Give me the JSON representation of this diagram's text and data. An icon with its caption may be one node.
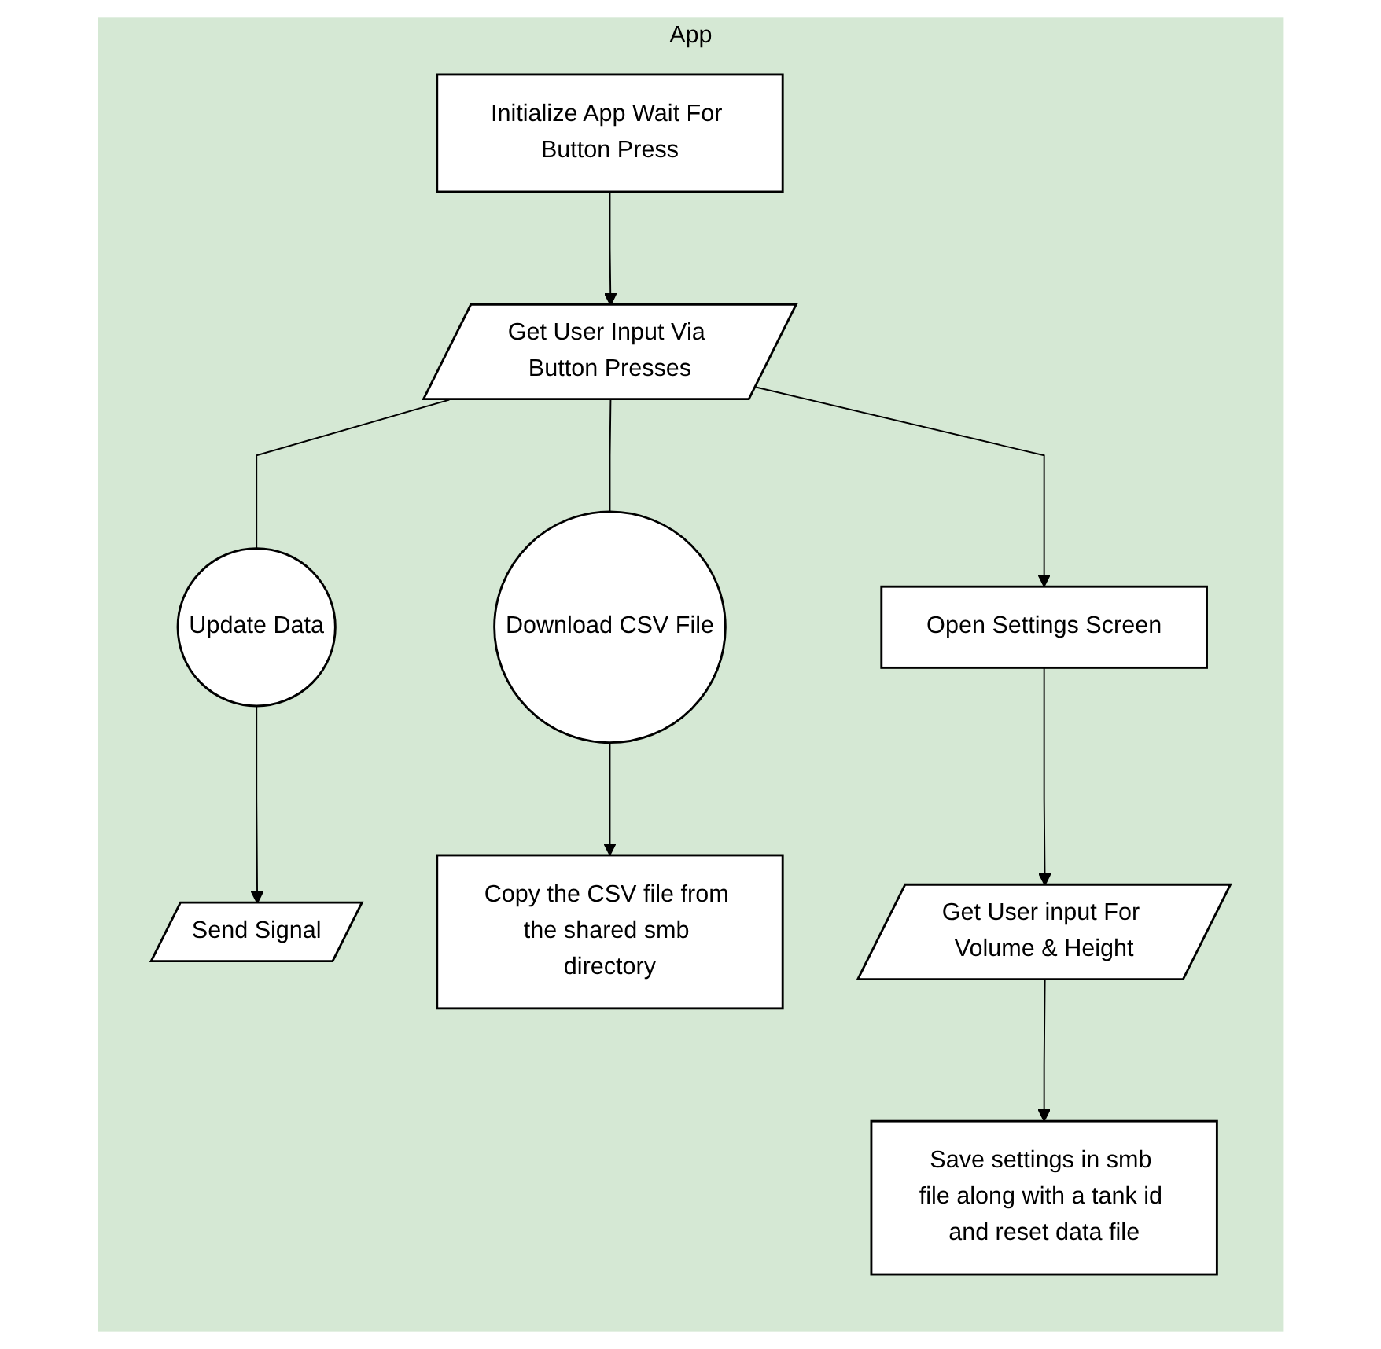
{
  "diagram": {
    "nodes": [
      {
        "text": [
          "App"
        ]
      },
      {
        "text": [
          "Initialize App Wait For Button Press"
        ],
        "in": 0
      },
      {
        "text": [
          "Get User Input Via Button Presses"
        ],
        "in": 0
      },
      {
        "text": [
          "Update Data"
        ],
        "in": 0
      },
      {
        "text": [
          "Send Signal"
        ],
        "in": 0
      },
      {
        "text": [
          "Download CSV File"
        ],
        "in": 0
      },
      {
        "text": [
          "Copy the CSV file from the shared smb directory"
        ],
        "in": 0
      },
      {
        "text": [
          "Open Settings Screen"
        ],
        "in": 0
      },
      {
        "text": [
          "Get User input For Volume & Height"
        ],
        "in": 0
      },
      {
        "text": [
          "Save settings in smb file along with a tank id and reset data file"
        ],
        "in": 0
      }
    ],
    "edges": [
      {
        "from": 1,
        "to": 2,
        "arrow": "to"
      },
      {
        "from": 2,
        "to": 3,
        "arrow": "none"
      },
      {
        "from": 3,
        "to": 4,
        "arrow": "to"
      },
      {
        "from": 2,
        "to": 5,
        "arrow": "none"
      },
      {
        "from": 5,
        "to": 6,
        "arrow": "to"
      },
      {
        "from": 2,
        "to": 7,
        "arrow": "to"
      },
      {
        "from": 7,
        "to": 8,
        "arrow": "to"
      },
      {
        "from": 8,
        "to": 9,
        "arrow": "to"
      }
    ]
  }
}
